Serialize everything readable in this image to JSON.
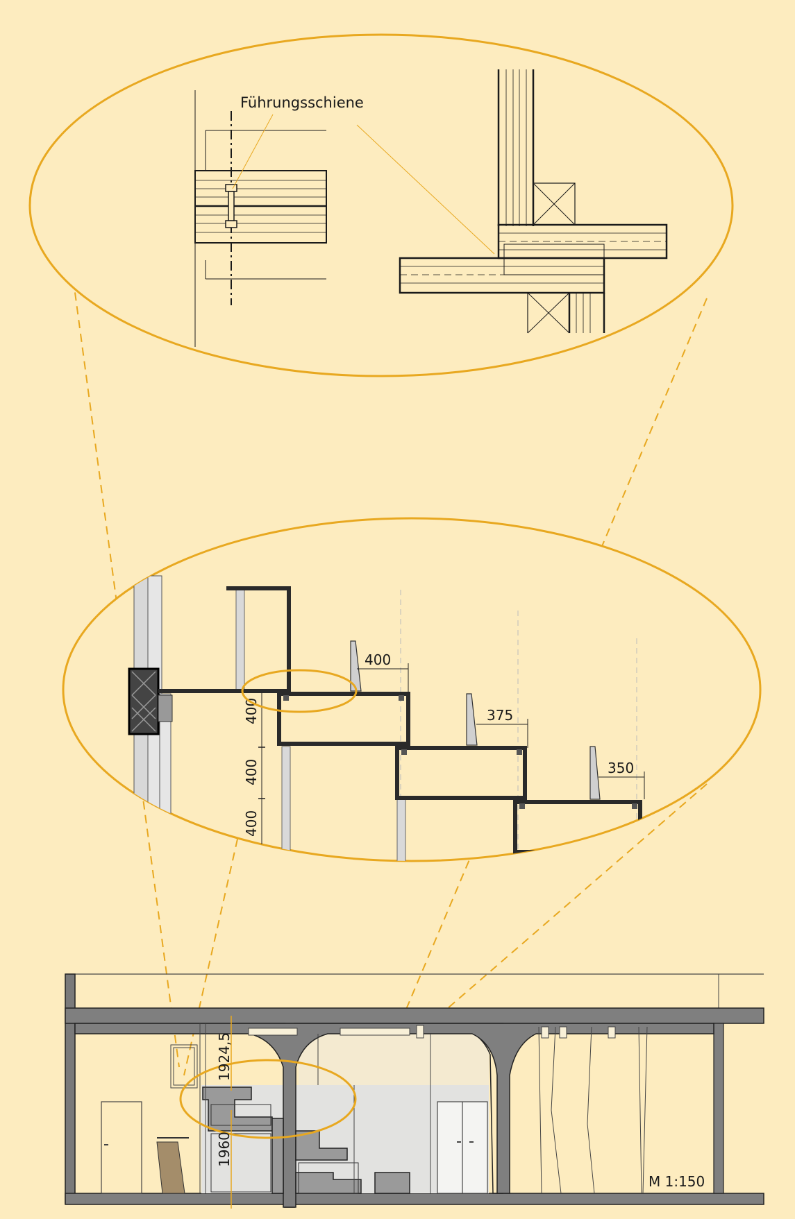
{
  "colors": {
    "background": "#fdecbf",
    "accent": "#e8a820",
    "line": "#1a1a1a",
    "concrete": "#808080",
    "wall_grey": "#e2e2e0"
  },
  "detail": {
    "label": "Führungsschiene"
  },
  "section": {
    "dimensions": {
      "tread_1": "400",
      "tread_2": "375",
      "tread_3": "350",
      "riser_1": "400",
      "riser_2": "400",
      "riser_3": "400"
    }
  },
  "elevation": {
    "height_upper": "1924,5",
    "height_lower": "1960",
    "scale": "M 1:150"
  },
  "icons": [
    "insulation-crosshatch-icon",
    "door-icon",
    "guide-rail-icon"
  ]
}
